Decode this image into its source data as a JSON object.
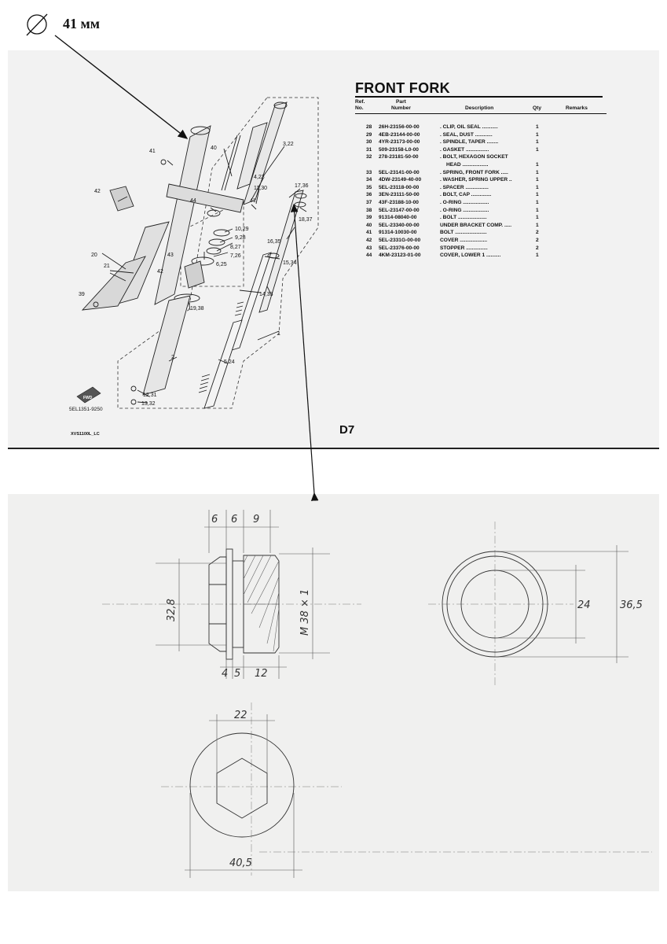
{
  "note": {
    "label": "41 мм",
    "icon": "diameter-symbol"
  },
  "parts": {
    "title": "FRONT FORK",
    "columns": {
      "ref": "Ref.",
      "no": "No.",
      "part": "Part",
      "number": "Number",
      "description": "Description",
      "qty": "Qty",
      "remarks": "Remarks"
    },
    "rows": [
      {
        "ref": "28",
        "part": "26H-23156-00-00",
        "desc": ". CLIP, OIL SEAL ...........",
        "qty": "1"
      },
      {
        "ref": "29",
        "part": "4EB-23144-00-00",
        "desc": ". SEAL, DUST ............",
        "qty": "1"
      },
      {
        "ref": "30",
        "part": "4YR-23173-00-00",
        "desc": ". SPINDLE, TAPER ........",
        "qty": "1"
      },
      {
        "ref": "31",
        "part": "509-23158-L0-00",
        "desc": ". GASKET ................",
        "qty": "1"
      },
      {
        "ref": "32",
        "part": "278-23181-50-00",
        "desc": ". BOLT, HEXAGON SOCKET",
        "desc2": "HEAD ..................",
        "qty": "1"
      },
      {
        "ref": "33",
        "part": "5EL-23141-00-00",
        "desc": ". SPRING, FRONT FORK .....",
        "qty": "1"
      },
      {
        "ref": "34",
        "part": "4DW-23149-40-00",
        "desc": ". WASHER, SPRING UPPER ..",
        "qty": "1"
      },
      {
        "ref": "35",
        "part": "5EL-23118-00-00",
        "desc": ". SPACER ................",
        "qty": "1"
      },
      {
        "ref": "36",
        "part": "3EN-23111-50-00",
        "desc": ". BOLT, CAP ..............",
        "qty": "1"
      },
      {
        "ref": "37",
        "part": "43F-23188-10-00",
        "desc": ". O-RING ..................",
        "qty": "1"
      },
      {
        "ref": "38",
        "part": "5EL-23147-00-00",
        "desc": ". O-RING ..................",
        "qty": "1"
      },
      {
        "ref": "39",
        "part": "91314-08040-00",
        "desc": ". BOLT ....................",
        "qty": "1"
      },
      {
        "ref": "40",
        "part": "5EL-23340-00-00",
        "desc": "UNDER BRACKET COMP. .....",
        "qty": "1"
      },
      {
        "ref": "41",
        "part": "91314-10030-00",
        "desc": "BOLT ......................",
        "qty": "2"
      },
      {
        "ref": "42",
        "part": "5EL-2331G-00-00",
        "desc": "COVER ...................",
        "qty": "2"
      },
      {
        "ref": "43",
        "part": "5EL-23376-00-00",
        "desc": "STOPPER ...............",
        "qty": "2"
      },
      {
        "ref": "44",
        "part": "4KM-23123-01-00",
        "desc": "COVER, LOWER 1 ..........",
        "qty": "1"
      }
    ],
    "sheet_code": "XVS1100L_LC",
    "page_code": "D7",
    "diagram_code": "5EL1351-9250",
    "fwd_label": "FWD",
    "callouts": {
      "c41": "41",
      "c40": "40",
      "c3_22": "3,22",
      "c4_23": "4,23",
      "c11_30": "11,30",
      "c17_36": "17,36",
      "c18_37": "18,37",
      "c42a": "42",
      "c44": "44",
      "c41b": "41",
      "c10_29": "10,29",
      "c9_28": "9,28",
      "c8_27": "8,27",
      "c7_26": "7,26",
      "c6_25": "6,25",
      "c43": "43",
      "c16_35": "16,35",
      "c15_34": "15,34",
      "c20": "20",
      "c21": "21",
      "c42b": "42",
      "c39": "39",
      "c19_38": "19,38",
      "c14_33": "14,33",
      "c1": "1",
      "c2": "2",
      "c5_24": "5,24",
      "c12_31": "12,31",
      "c13_32": "13,32"
    }
  },
  "drawing": {
    "dims": {
      "t6a": "6",
      "t6b": "6",
      "t9": "9",
      "h32_8": "32,8",
      "m38": "M 38 × 1",
      "b4": "4",
      "b5": "5",
      "b12": "12",
      "d24": "24",
      "d36_5": "36,5",
      "w22": "22",
      "w40_5": "40,5"
    }
  }
}
